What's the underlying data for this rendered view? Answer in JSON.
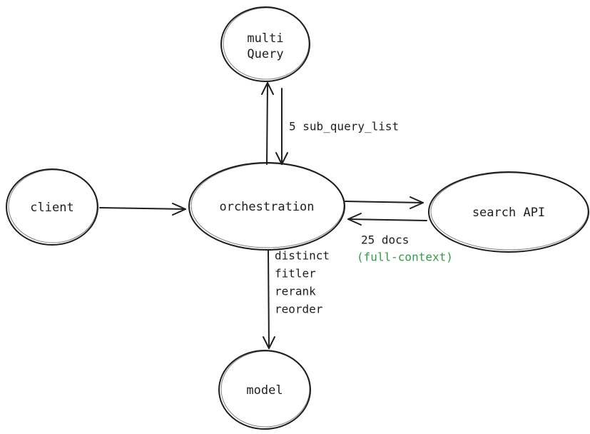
{
  "nodes": {
    "multi_query": {
      "line1": "multi",
      "line2": "Query"
    },
    "client": {
      "label": "client"
    },
    "orchestration": {
      "label": "orchestration"
    },
    "search_api": {
      "label": "search API"
    },
    "model": {
      "label": "model"
    }
  },
  "edges": {
    "orchestration_to_multi_query": {
      "label": "5 sub_query_list"
    },
    "search_api_to_orchestration": {
      "label": "25 docs",
      "note": "(full-context)",
      "note_color": "#2f9e44"
    },
    "orchestration_to_model": {
      "steps": [
        "distinct",
        "fitler",
        "rerank",
        "reorder"
      ]
    }
  },
  "colors": {
    "stroke": "#1e1e1e",
    "background": "#ffffff",
    "accent": "#2f9e44"
  }
}
